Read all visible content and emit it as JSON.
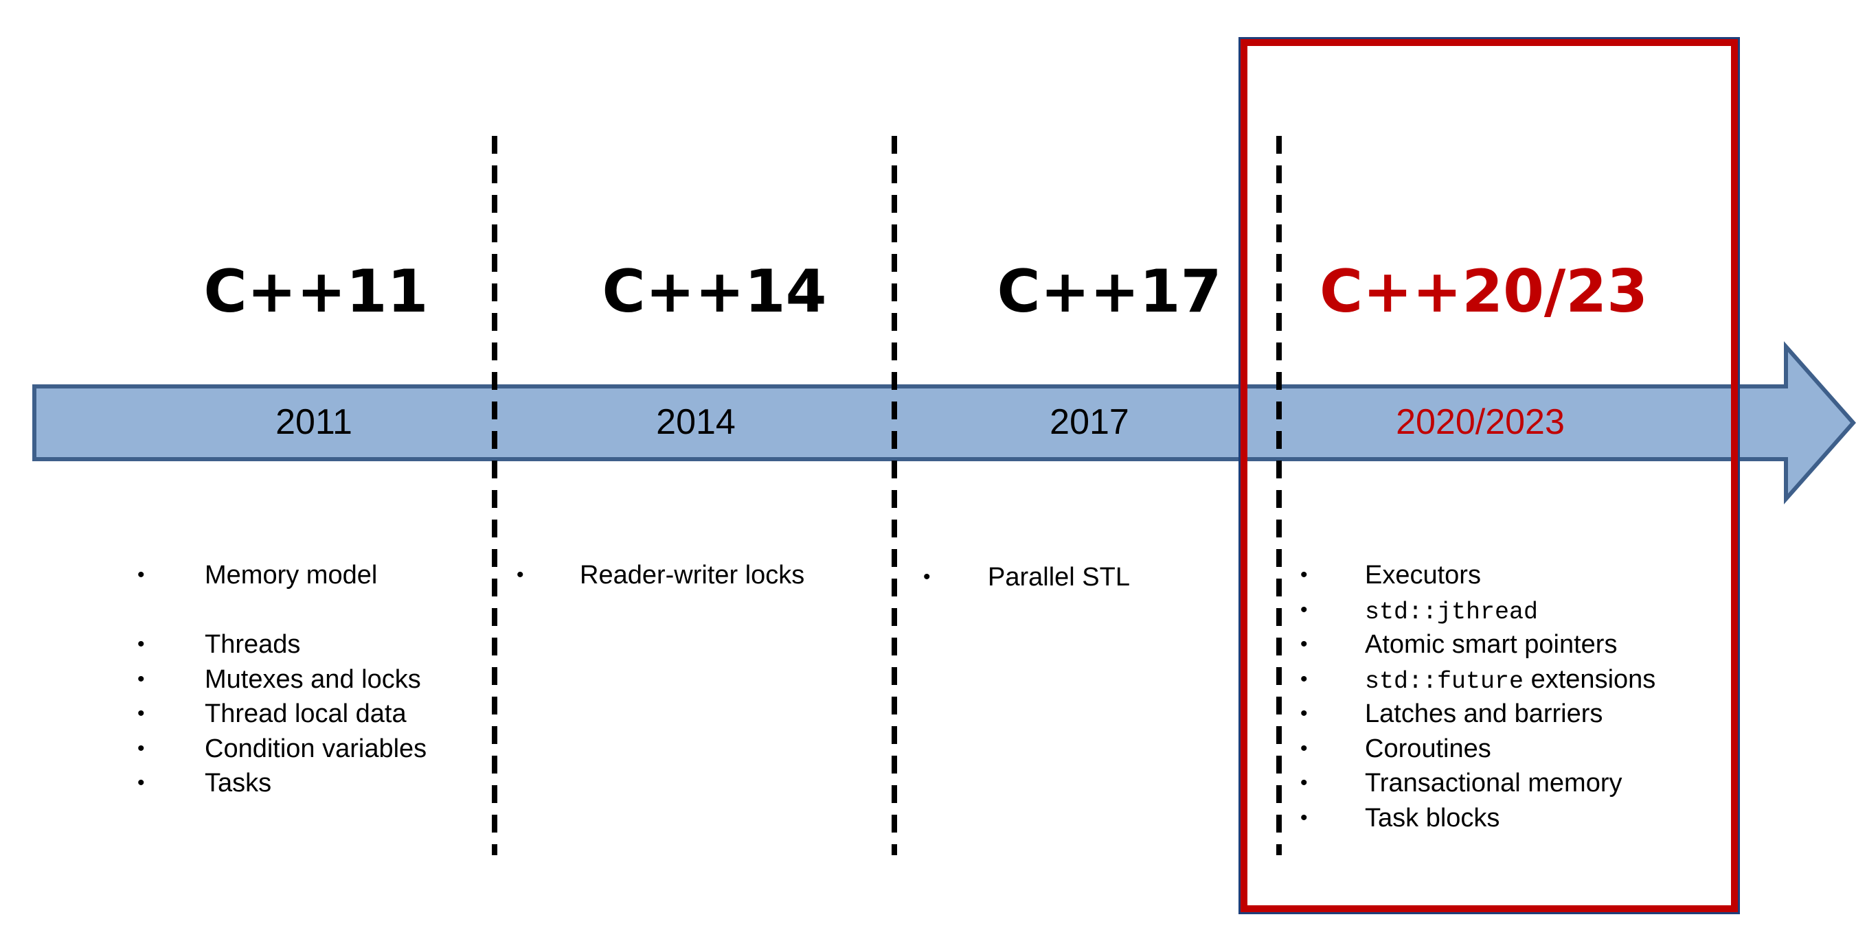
{
  "colors": {
    "arrow_fill": "#95b3d7",
    "arrow_stroke": "#3e5f8a",
    "highlight": "#c00000",
    "text": "#000000",
    "divider": "#000000"
  },
  "eras": [
    {
      "title": "C++11",
      "year": "2011",
      "highlighted": false,
      "features": [
        {
          "label": "Memory model",
          "code": false
        },
        {
          "label": "Threads",
          "code": false
        },
        {
          "label": "Mutexes and locks",
          "code": false
        },
        {
          "label": "Thread  local data",
          "code": false
        },
        {
          "label": "Condition variables",
          "code": false
        },
        {
          "label": "Tasks",
          "code": false
        }
      ]
    },
    {
      "title": "C++14",
      "year": "2014",
      "highlighted": false,
      "features": [
        {
          "label": "Reader-writer  locks",
          "code": false
        }
      ]
    },
    {
      "title": "C++17",
      "year": "2017",
      "highlighted": false,
      "features": [
        {
          "label": "Parallel STL",
          "code": false
        }
      ]
    },
    {
      "title": "C++20/23",
      "year": "2020/2023",
      "highlighted": true,
      "features": [
        {
          "label": "Executors",
          "code": false
        },
        {
          "label": "std::jthread",
          "code": true
        },
        {
          "label": "Atomic smart pointers",
          "code": false
        },
        {
          "label": "std::future",
          "code": true,
          "suffix": " extensions"
        },
        {
          "label": "Latches and barriers",
          "code": false
        },
        {
          "label": "Coroutines",
          "code": false
        },
        {
          "label": "Transactional  memory",
          "code": false
        },
        {
          "label": "Task blocks",
          "code": false
        }
      ]
    }
  ],
  "bullet_glyph": "•"
}
